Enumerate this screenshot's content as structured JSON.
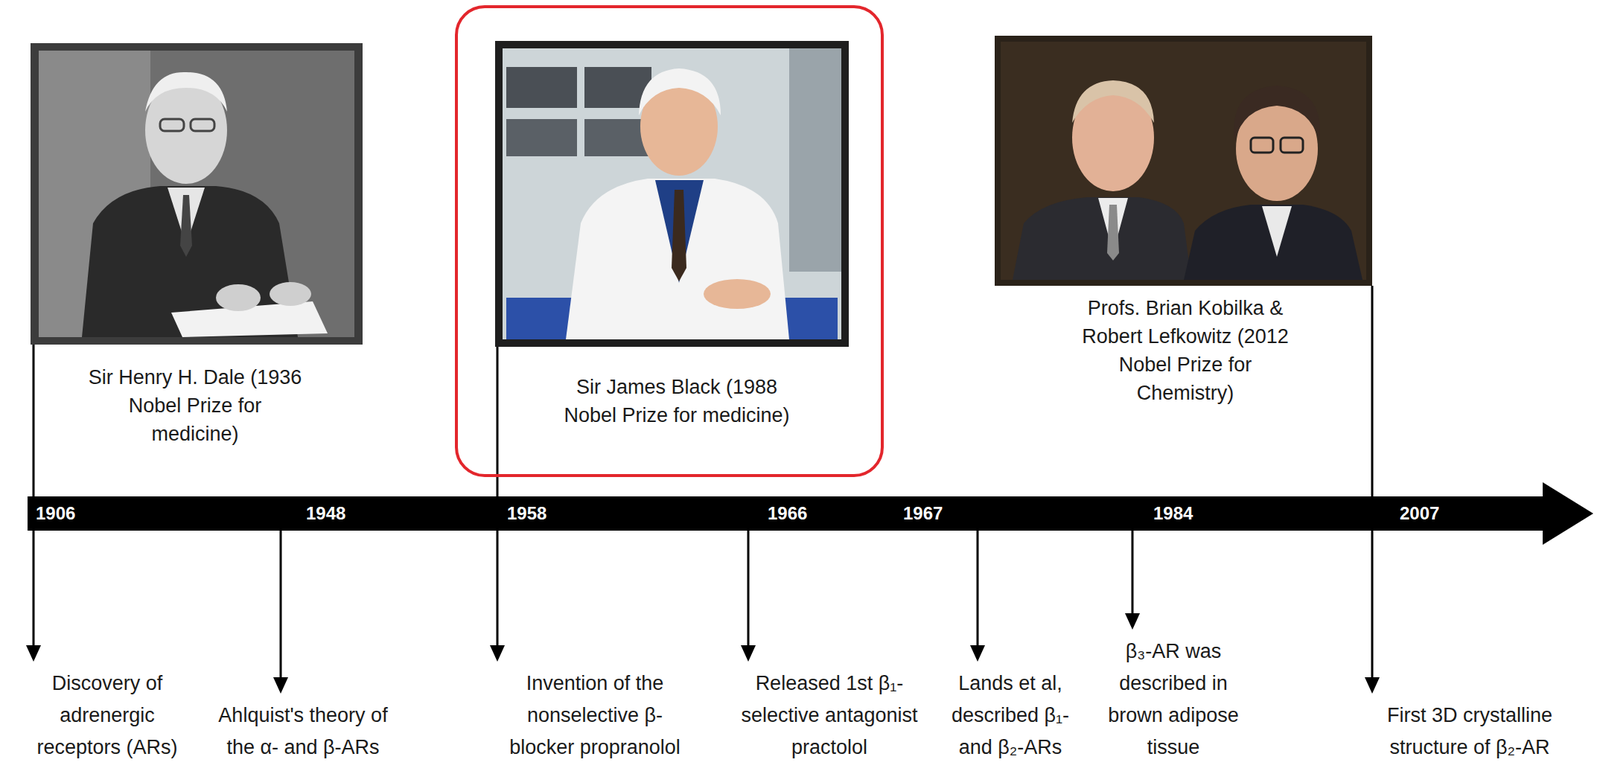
{
  "diagram": {
    "nodes": [
      {
        "text": [
          "Sir James Black (1988 Nobel Prize for medicine)"
        ]
      }
    ],
    "labels": [
      "Sir Henry H. Dale (1936 Nobel Prize for medicine)",
      "Profs. Brian Kobilka & Robert Lefkowitz (2012 Nobel Prize for Chemistry)",
      "1906",
      "1948",
      "1958",
      "1966",
      "1967",
      "1984",
      "2007",
      "Discovery of adrenergic receptors (ARs)",
      "Ahlquist's theory of the α- and β-ARs",
      "Invention of the nonselective β-blocker propranolol",
      "Released 1st β₁-selective antagonist practolol",
      "Lands et al, described β₁- and β₂-ARs",
      "β₃-AR was described in brown adipose tissue",
      "First 3D crystalline structure of β₂-AR"
    ]
  }
}
